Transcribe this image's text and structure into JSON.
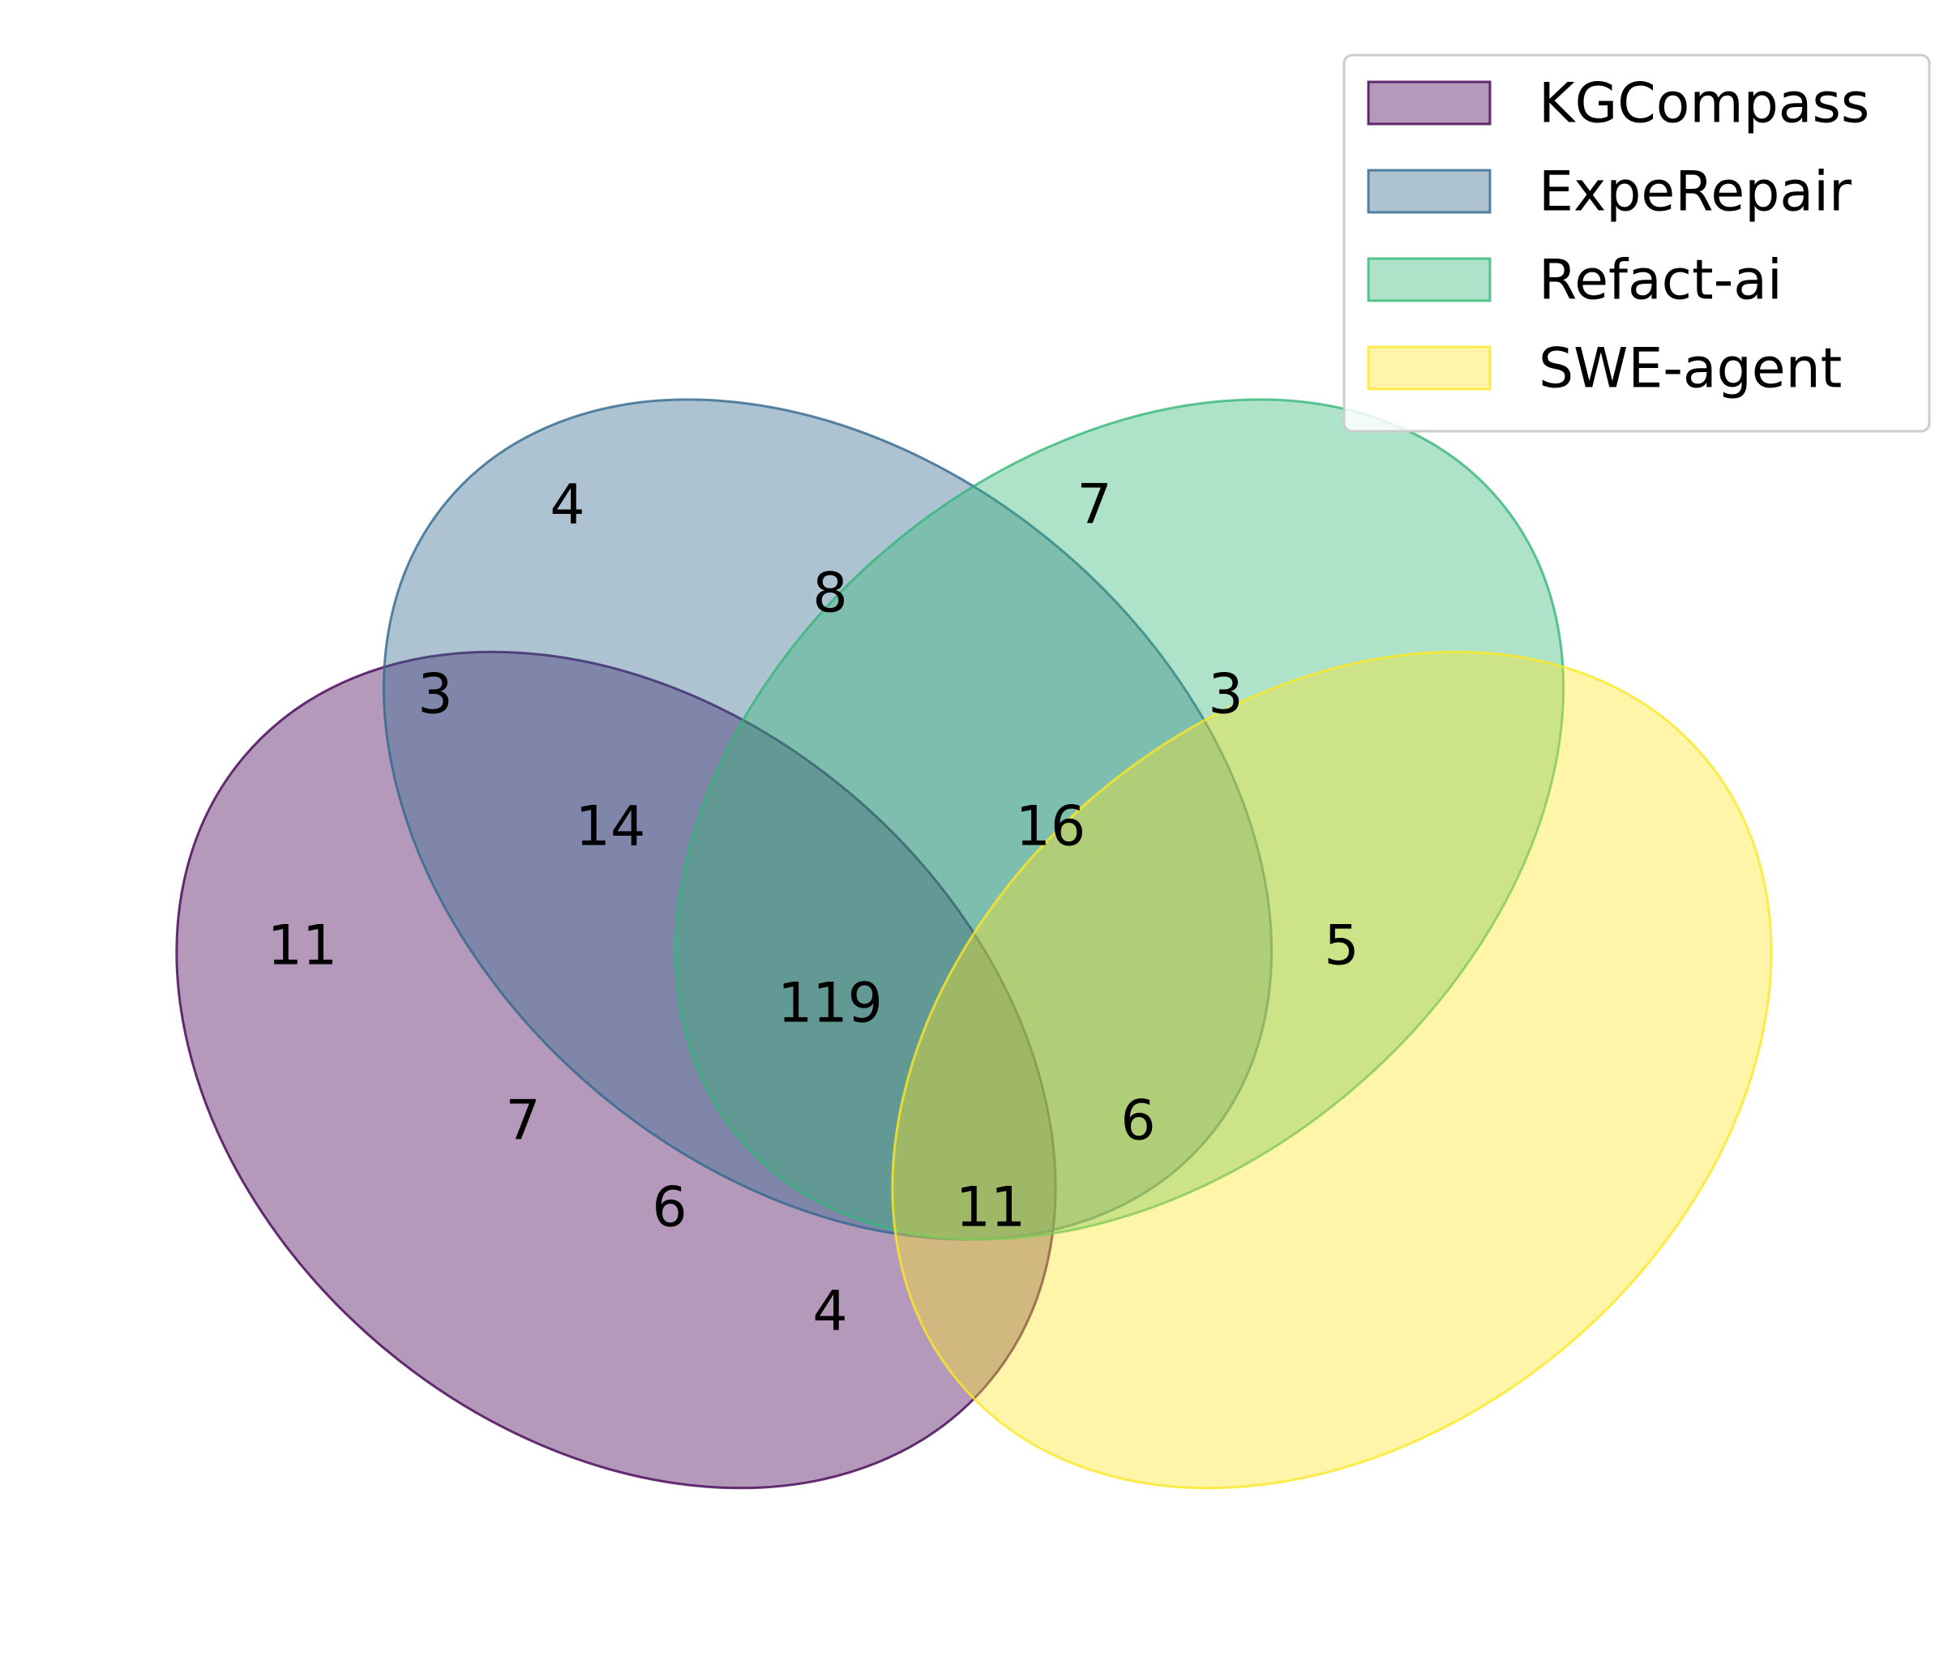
{
  "sets": [
    {
      "key": "A",
      "name": "KGCompass",
      "color": "#440154"
    },
    {
      "key": "B",
      "name": "ExpeRepair",
      "color": "#31688e"
    },
    {
      "key": "C",
      "name": "Refact-ai",
      "color": "#35b779"
    },
    {
      "key": "D",
      "name": "SWE-agent",
      "color": "#fde725"
    }
  ],
  "regions": {
    "A": "11",
    "B": "4",
    "C": "7",
    "D": "5",
    "AB": "3",
    "BC": "8",
    "CD": "3",
    "AC": "7",
    "BD": "6",
    "AD": "4",
    "ABC": "14",
    "BCD": "16",
    "ACD": "6",
    "ABD": "11",
    "ABCD": "119"
  }
}
